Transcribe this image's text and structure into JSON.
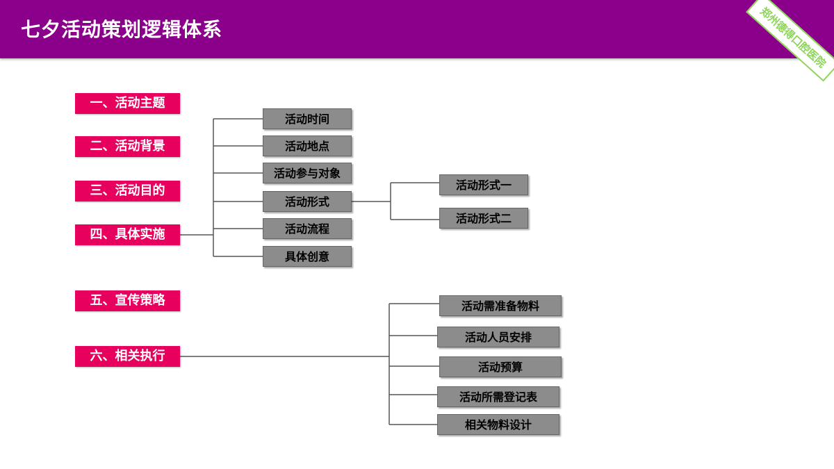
{
  "header": {
    "title": "七夕活动策划逻辑体系",
    "stamp_text": "郑州德得口腔医院",
    "background_color": "#8b008b",
    "stamp_color": "#8dd35a"
  },
  "diagram": {
    "main_items": [
      "一、活动主题",
      "二、活动背景",
      "三、活动目的",
      "四、具体实施",
      "五、宣传策略",
      "六、相关执行"
    ],
    "implementation_items": [
      "活动时间",
      "活动地点",
      "活动参与对象",
      "活动形式",
      "活动流程",
      "具体创意"
    ],
    "form_items": [
      "活动形式一",
      "活动形式二"
    ],
    "execution_items": [
      "活动需准备物料",
      "活动人员安排",
      "活动预算",
      "活动所需登记表",
      "相关物料设计"
    ],
    "colors": {
      "main_box": "#e8005e",
      "sub_box": "#8c8c8c",
      "connector": "#555555"
    }
  }
}
